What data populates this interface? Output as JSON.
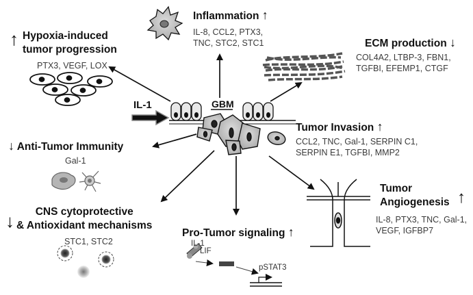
{
  "center": {
    "il1": "IL-1",
    "gbm": "GBM"
  },
  "inflammation": {
    "title": "Inflammation",
    "genes_line1": "IL-8, CCL2, PTX3,",
    "genes_line2": "TNC, STC2, STC1",
    "trend": "up"
  },
  "hypoxia": {
    "title_line1": "Hypoxia-induced",
    "title_line2": "tumor progression",
    "genes": "PTX3, VEGF, LOX",
    "trend": "up"
  },
  "ecm": {
    "title": "ECM production",
    "genes_line1": "COL4A2, LTBP-3, FBN1,",
    "genes_line2": "TGFBI, EFEMP1, CTGF",
    "trend": "down"
  },
  "invasion": {
    "title": "Tumor Invasion",
    "genes_line1": "CCL2, TNC, Gal-1, SERPIN C1,",
    "genes_line2": "SERPIN E1, TGFBI, MMP2",
    "trend": "up"
  },
  "immunity": {
    "title": "Anti-Tumor Immunity",
    "genes": "Gal-1",
    "trend": "down"
  },
  "cns": {
    "title_line1": "CNS cytoprotective",
    "title_line2": "& Antioxidant mechanisms",
    "genes": "STC1, STC2",
    "trend": "down"
  },
  "signaling": {
    "title": "Pro-Tumor signaling",
    "il1": "IL-1",
    "lif": "LIF",
    "pstat3": "pSTAT3",
    "trend": "up"
  },
  "angiogenesis": {
    "title_line1": "Tumor",
    "title_line2": "Angiogenesis",
    "genes_line1": "IL-8, PTX3, TNC, Gal-1,",
    "genes_line2": "VEGF, IGFBP7",
    "trend": "up"
  },
  "arrow_glyphs": {
    "up": "↑",
    "down": "↓"
  }
}
